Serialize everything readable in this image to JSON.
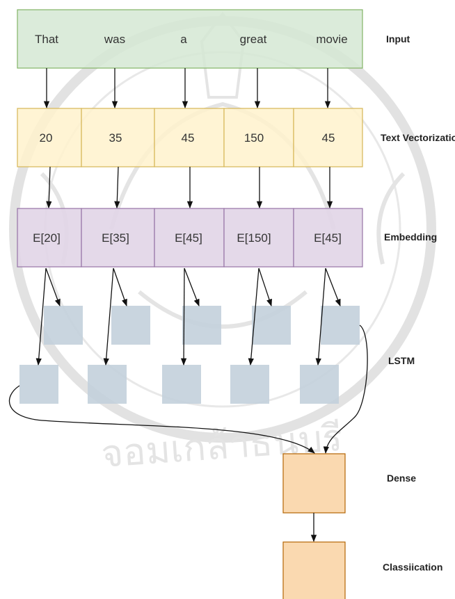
{
  "stages": {
    "input": "Input",
    "vectorization": "Text Vectorization",
    "embedding": "Embedding",
    "lstm": "LSTM",
    "dense": "Dense",
    "classification": "Classiication"
  },
  "input_tokens": [
    "That",
    "was",
    "a",
    "great",
    "movie"
  ],
  "vector_values": [
    "20",
    "35",
    "45",
    "150",
    "45"
  ],
  "embedding_cells": [
    "E[20]",
    "E[35]",
    "E[45]",
    "E[150]",
    "E[45]"
  ],
  "colors": {
    "input_fill": "#d5e8d4",
    "input_stroke": "#82b366",
    "vector_fill": "#fff2cc",
    "vector_stroke": "#d6b656",
    "embed_fill": "#e1d5e7",
    "embed_stroke": "#9673a6",
    "lstm_fill": "#c3d0db",
    "dense_fill": "#fad7ac",
    "dense_stroke": "#b46504"
  },
  "watermark_text": "จอมเกล้าธนบุรี"
}
